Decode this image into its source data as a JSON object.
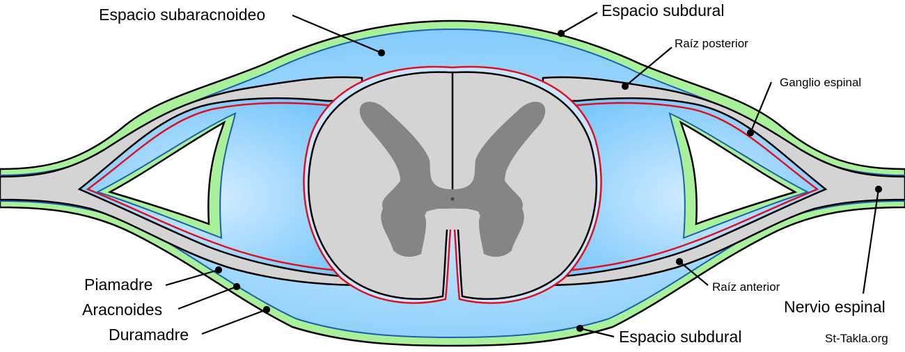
{
  "title": "Spinal cord cross-section with meninges",
  "labels": {
    "subarachnoid_space": "Espacio subaracnoideo",
    "subdural_space_top": "Espacio subdural",
    "posterior_root": "Raíz posterior",
    "spinal_ganglion": "Ganglio espinal",
    "spinal_nerve": "Nervio espinal",
    "anterior_root": "Raíz anterior",
    "subdural_space_bottom": "Espacio subdural",
    "pia_mater": "Piamadre",
    "arachnoid": "Aracnoides",
    "dura_mater": "Duramadre"
  },
  "watermark": "St-Takla.org",
  "colors": {
    "dura": "#a8f09a",
    "subarachnoid_light": "#c4e6ff",
    "subarachnoid_dark": "#7cc8fb",
    "arachnoid_line": "#1a5fb0",
    "pia_line": "#e0101c",
    "white_matter": "#d4d4d4",
    "gray_matter": "#858585"
  }
}
